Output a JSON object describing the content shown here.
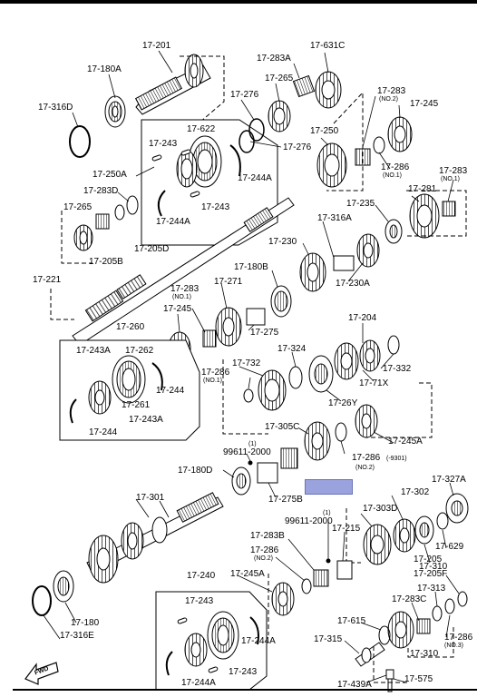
{
  "labels": {
    "p17_201": "17-201",
    "p17_631c": "17-631C",
    "p17_283a": "17-283A",
    "p17_180a": "17-180A",
    "p17_265_top": "17-265",
    "p17_283_no2": "17-283",
    "no2_a": "(NO.2)",
    "p17_245_top": "17-245",
    "p17_316d": "17-316D",
    "p17_276_a": "17-276",
    "p17_622": "17-622",
    "p17_276_b": "17-276",
    "p17_243_a": "17-243",
    "p17_250": "17-250",
    "p17_244a_a": "17-244A",
    "p17_286_no1_top": "17-286",
    "no1_a": "(NO.1)",
    "p17_283_no1_right": "17-283",
    "no1_b": "(NO.1)",
    "p17_250a": "17-250A",
    "p17_283d": "17-283D",
    "p17_281": "17-281",
    "p17_243_b": "17-243",
    "p17_244a_b": "17-244A",
    "p17_235": "17-235",
    "p17_265_left": "17-265",
    "p17_316a": "17-316A",
    "p17_205b": "17-205B",
    "p17_205d": "17-205D",
    "p17_230": "17-230",
    "p17_180b": "17-180B",
    "p17_221": "17-221",
    "p17_230a": "17-230A",
    "p17_283_no1_mid": "17-283",
    "no1_c": "(NO.1)",
    "p17_271": "17-271",
    "p17_245_mid": "17-245",
    "p17_275": "17-275",
    "p17_260": "17-260",
    "p17_204": "17-204",
    "p17_324": "17-324",
    "p17_243a_a": "17-243A",
    "p17_262": "17-262",
    "p17_732": "17-732",
    "p17_332": "17-332",
    "p17_286_no1_mid": "17-286",
    "no1_d": "(NO.1)",
    "p17_71x": "17-71X",
    "p17_244_a": "17-244",
    "p17_261": "17-261",
    "p17_26y": "17-26Y",
    "p17_243a_b": "17-243A",
    "p17_305c": "17-305C",
    "p17_244_b": "17-244",
    "p17_245a": "17-245A",
    "p99611_a": "99611-2000",
    "p17_286_no2_mid": "17-286",
    "suffix_9301": "(-9301)",
    "no2_b": "(NO.2)",
    "p17_180d": "17-180D",
    "p17_275b": "17-275B",
    "p17_327a": "17-327A",
    "p17_301": "17-301",
    "p17_302": "17-302",
    "p17_303d": "17-303D",
    "qty_1_a": "(1)",
    "qty_1_b": "(1)",
    "p99611_b": "99611-2000",
    "p17_215": "17-215",
    "p17_283b": "17-283B",
    "p17_205": "17-205",
    "p17_629": "17-629",
    "p17_286_no2_low": "17-286",
    "no2_c": "(NO.2)",
    "p17_310": "17-310",
    "p17_240": "17-240",
    "p17_245a_low": "17-245A",
    "p17_205f": "17-205F",
    "p17_313": "17-313",
    "p17_243_c": "17-243",
    "p17_283c": "17-283C",
    "p17_180": "17-180",
    "p17_615": "17-615",
    "p17_244a_c": "17-244A",
    "p17_286_no3": "17-286",
    "no3": "(NO.3)",
    "p17_316e": "17-316E",
    "p17_315": "17-315",
    "p17_310_low": "17-310",
    "p17_244a_d": "17-244A",
    "p17_243_d": "17-243",
    "p17_439a": "17-439A",
    "p17_575": "17-575",
    "fwd": "FWD"
  }
}
